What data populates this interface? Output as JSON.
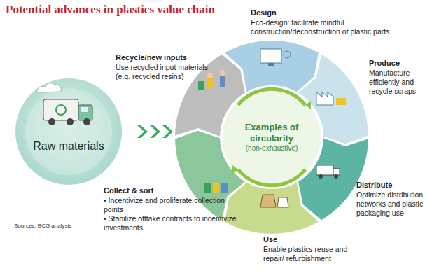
{
  "diagram": {
    "title": "Potential advances in plastics value chain",
    "nodes": [
      {
        "text": [
          "Raw materials"
        ]
      },
      {
        "text": [
          "Recycle/new inputs",
          "Use recycled input materials (e.g. recycled resins)"
        ]
      },
      {
        "text": [
          "Design",
          "Eco-design: facilitate mindful construction/deconstruction of plastic parts"
        ]
      },
      {
        "text": [
          "Produce",
          "Manufacture efficiently and recycle scraps"
        ]
      },
      {
        "text": [
          "Examples of circularity",
          "(non-exhaustive)"
        ]
      },
      {
        "text": [
          "Distribute",
          "Optimize distribution networks and plastic packaging use"
        ]
      },
      {
        "text": [
          "Collect & sort",
          "• Incentivize and proliferate collection points",
          "• Stabilize offtake contracts to incentivize investments"
        ]
      },
      {
        "text": [
          "Use",
          "Enable plastics reuse and repair/ refurbishment"
        ]
      }
    ],
    "labels": [
      "Sources: BCG analysis"
    ]
  }
}
